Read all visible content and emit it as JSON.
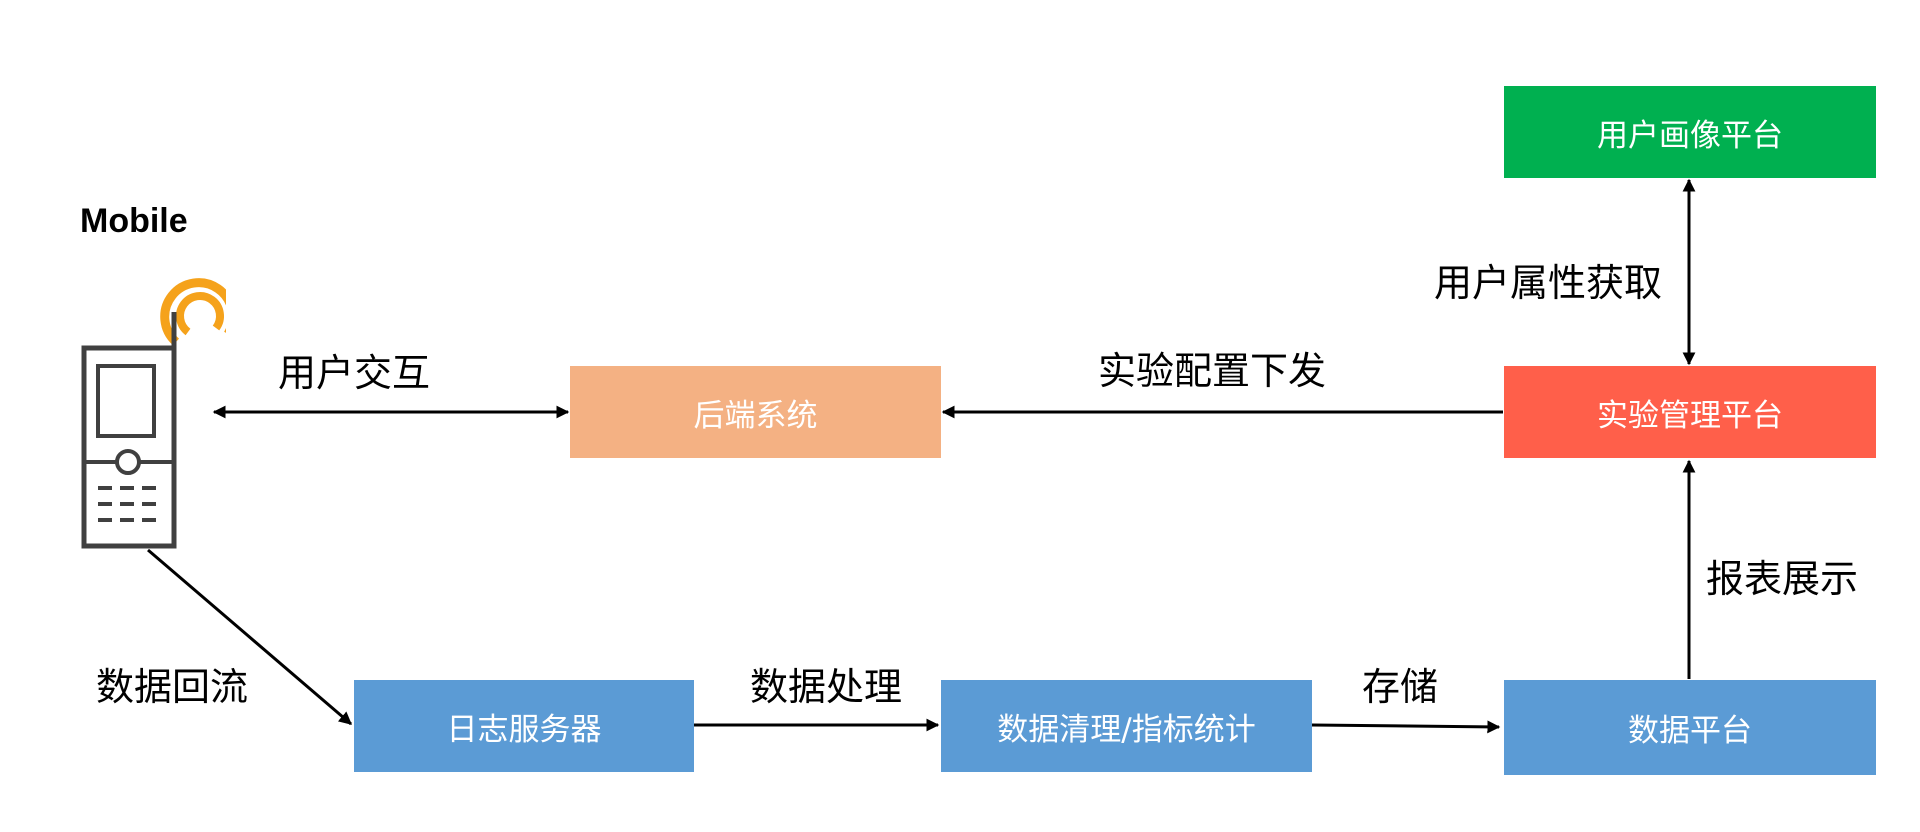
{
  "mobile": {
    "title": "Mobile"
  },
  "nodes": {
    "user_profile_platform": {
      "label": "用户画像平台",
      "color": "#00b050"
    },
    "backend_system": {
      "label": "后端系统",
      "color": "#f4b183"
    },
    "experiment_platform": {
      "label": "实验管理平台",
      "color": "#ff5f4a"
    },
    "log_server": {
      "label": "日志服务器",
      "color": "#5b9bd5"
    },
    "data_cleaning": {
      "label": "数据清理/指标统计",
      "color": "#5b9bd5"
    },
    "data_platform": {
      "label": "数据平台",
      "color": "#5b9bd5"
    }
  },
  "edges": {
    "user_interaction": "用户交互",
    "config_dispatch": "实验配置下发",
    "attribute_fetch": "用户属性获取",
    "report_display": "报表展示",
    "data_return": "数据回流",
    "data_processing": "数据处理",
    "storage": "存储"
  },
  "colors": {
    "phone_antenna": "#f5a21b",
    "phone_body": "#404040"
  }
}
